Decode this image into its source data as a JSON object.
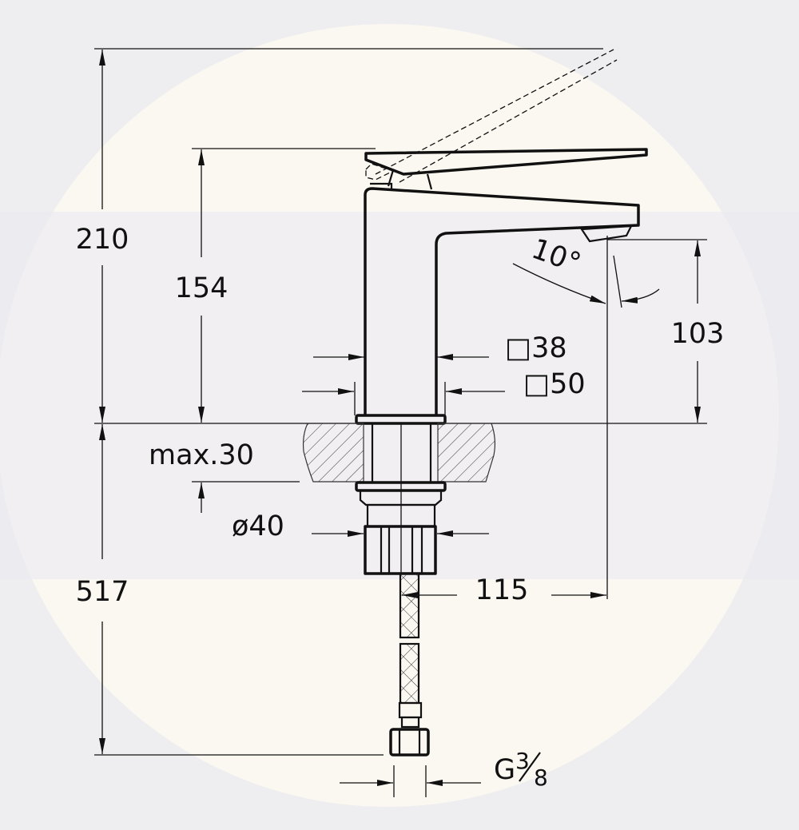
{
  "drawing": {
    "dimensions": {
      "total_height": "210",
      "handle_height": "154",
      "spout_height": "103",
      "body_square": "□38",
      "base_square": "□50",
      "max_counter": "max.30",
      "nut_diameter": "ø40",
      "spout_reach": "115",
      "hose_length": "517",
      "connection_thread": "G",
      "thread_num": "3",
      "thread_den": "8",
      "spout_angle": "10°"
    },
    "colors": {
      "background": "#eeeef0",
      "watermark_circle": "#fbf7f1",
      "line": "#111111"
    }
  }
}
